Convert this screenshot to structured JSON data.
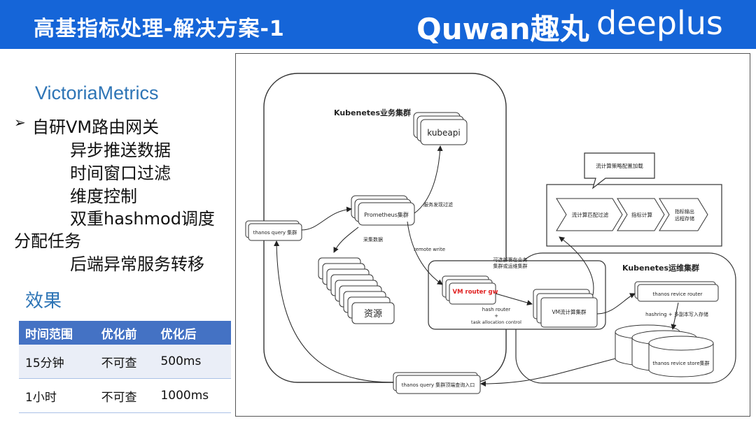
{
  "header": {
    "title": "高基指标处理-解决方案-1",
    "logo_quwan": "Quwan趣丸",
    "logo_deeplus": "deeplus"
  },
  "left": {
    "vm_title": "VictoriaMetrics",
    "bullet_glyph": "➢",
    "items": [
      "自研VM路由网关",
      "异步推送数据",
      "时间窗口过滤",
      "维度控制",
      "双重hashmod调度",
      "分配任务",
      "后端异常服务转移"
    ]
  },
  "effect": {
    "title": "效果",
    "table": {
      "headers": [
        "时间范围",
        "优化前",
        "优化后"
      ],
      "rows": [
        [
          "15分钟",
          "不可查",
          "500ms"
        ],
        [
          "1小时",
          "不可查",
          "1000ms"
        ]
      ]
    }
  },
  "diagram": {
    "k8s_biz": "Kubenetes业务集群",
    "kubeapi": "kubeapi",
    "prometheus": "Prometheus集群",
    "svc_discovery": "服务发现过滤",
    "collect": "采集数据",
    "remote_write": "remote write",
    "resources": "资源",
    "thanos_query": "thanos query 集群",
    "thanos_entry": "thanos query 集群顶端查询入口",
    "vm_router": "VM router gw",
    "deploy_note_1": "可选部署在业务",
    "deploy_note_2": "集群或运维集群",
    "hash_router": "hash router",
    "plus": "+",
    "task_alloc": "task allocation control",
    "vm_stream": "VM流计算集群",
    "strategy_callout": "流计算策略配置加载",
    "chev1": "流计算匹配过滤",
    "chev2": "指标计算",
    "chev3_1": "指标输出",
    "chev3_2": "远程存储",
    "k8s_ops": "Kubenetes运维集群",
    "thanos_receive_router": "thanos revice router",
    "hashring": "hashring + 多副本写入存储",
    "thanos_store": "thanos revice store集群",
    "accent_red": "#e02020"
  }
}
